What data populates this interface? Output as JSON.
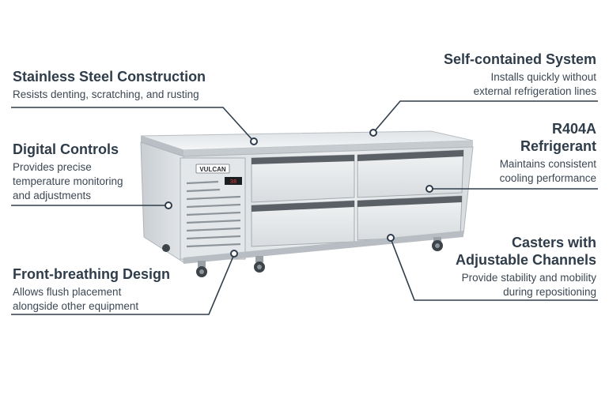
{
  "product": {
    "brand_badge": "VULCAN",
    "display_readout": "38"
  },
  "callouts": [
    {
      "id": "stainless",
      "title": "Stainless Steel Construction",
      "desc": [
        "Resists denting, scratching, and rusting"
      ]
    },
    {
      "id": "digital",
      "title": "Digital Controls",
      "desc": [
        "Provides precise",
        "temperature monitoring",
        "and adjustments"
      ]
    },
    {
      "id": "front",
      "title": "Front-breathing Design",
      "desc": [
        "Allows flush placement",
        "alongside other equipment"
      ]
    },
    {
      "id": "selfcontained",
      "title": "Self-contained System",
      "desc": [
        "Installs quickly without",
        "external refrigeration lines"
      ]
    },
    {
      "id": "r404a",
      "title": [
        "R404A",
        "Refrigerant"
      ],
      "desc": [
        "Maintains consistent",
        "cooling performance"
      ]
    },
    {
      "id": "casters",
      "title": [
        "Casters with",
        "Adjustable Channels"
      ],
      "desc": [
        "Provide stability and mobility",
        "during repositioning"
      ]
    }
  ],
  "colors": {
    "text_dark": "#2f3d4b",
    "leader_line": "#2f3d4b",
    "steel_light": "#e9ecee",
    "steel_mid": "#cfd4d8",
    "steel_dark": "#9aa1a7",
    "handle": "#5a6066"
  }
}
